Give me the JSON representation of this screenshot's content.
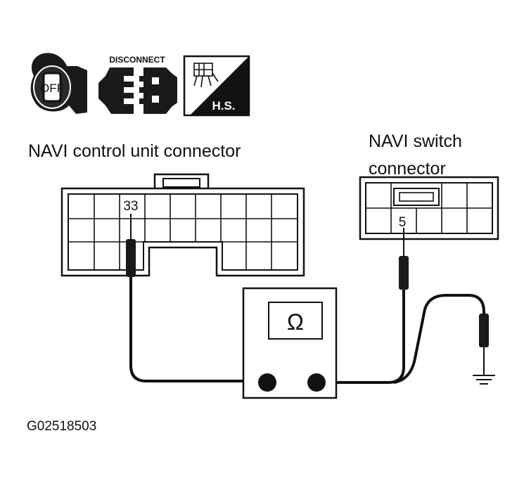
{
  "icons": {
    "ignition": {
      "text": "OFF",
      "icon": "ignition-key-off-icon"
    },
    "disconnect": {
      "text": "DISCONNECT",
      "icon": "disconnect-connector-icon"
    },
    "harness": {
      "text": "H.S.",
      "icon": "harness-side-icon"
    }
  },
  "labels": {
    "control_unit": "NAVI control unit connector",
    "switch_line1": "NAVI switch",
    "switch_line2": "connector",
    "terminal_control": "33",
    "terminal_switch": "5",
    "ohm": "Ω",
    "figure_id": "G02518503"
  }
}
